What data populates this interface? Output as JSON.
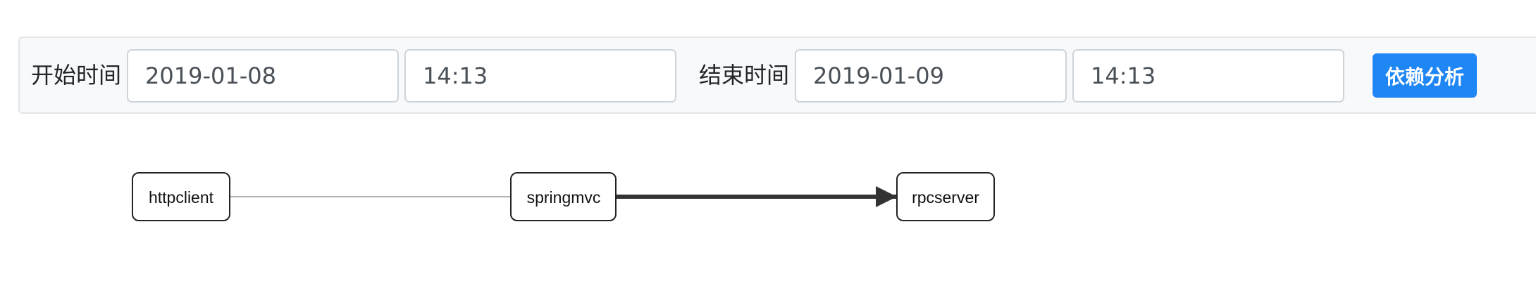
{
  "filter": {
    "start_label": "开始时间",
    "start_date": "2019-01-08",
    "start_time": "14:13",
    "end_label": "结束时间",
    "end_date": "2019-01-09",
    "end_time": "14:13",
    "analyze_button": "依赖分析"
  },
  "graph": {
    "nodes": [
      {
        "id": "httpclient",
        "label": "httpclient"
      },
      {
        "id": "springmvc",
        "label": "springmvc"
      },
      {
        "id": "rpcserver",
        "label": "rpcserver"
      }
    ],
    "edges": [
      {
        "from": "httpclient",
        "to": "springmvc",
        "style": "thin"
      },
      {
        "from": "springmvc",
        "to": "rpcserver",
        "style": "thick-arrow"
      }
    ]
  },
  "colors": {
    "accent": "#1f86f5",
    "edge_thin": "#b0b0b0",
    "edge_thick": "#333333"
  }
}
